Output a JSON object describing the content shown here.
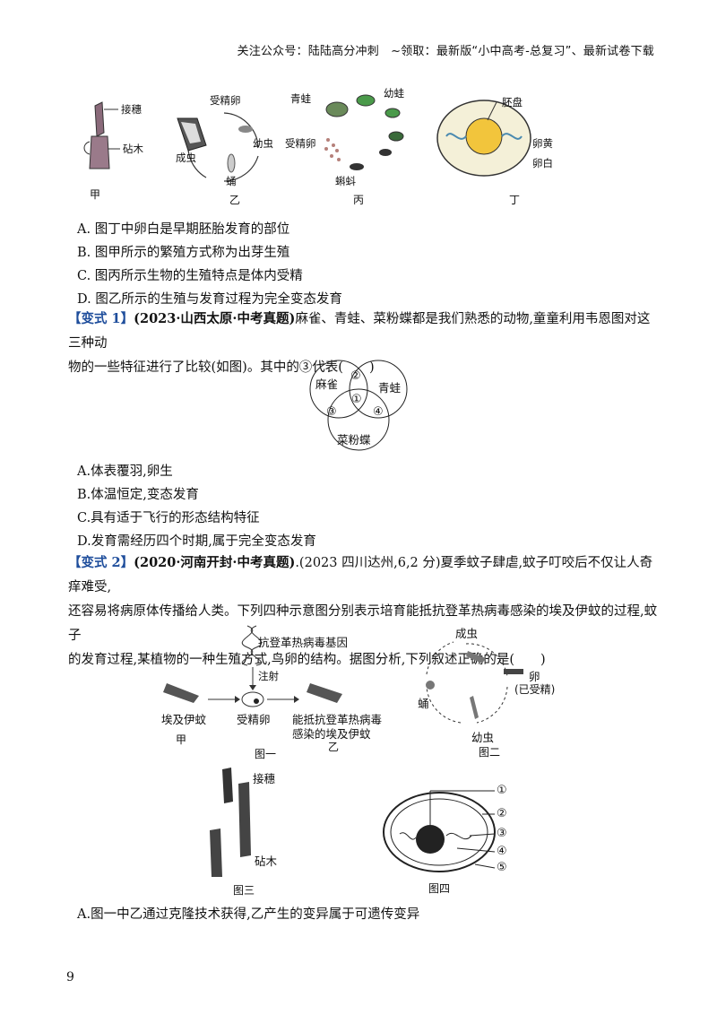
{
  "header": {
    "text": "关注公众号：陆陆高分冲刺　~领取：最新版“小中高考-总复习”、最新试卷下载"
  },
  "figure1": {
    "jia": {
      "label_scion": "接穗",
      "label_stock": "砧木",
      "caption": "甲"
    },
    "yi": {
      "label_egg": "受精卵",
      "label_larva": "幼虫",
      "label_adult": "成虫",
      "label_pupa": "蛹",
      "caption": "乙"
    },
    "bing": {
      "label_frog": "青蛙",
      "label_young": "幼蛙",
      "label_egg": "受精卵",
      "label_tadpole": "蝌蚪",
      "caption": "丙"
    },
    "ding": {
      "label_disc": "胚盘",
      "label_yolk": "卵黄",
      "label_white": "卵白",
      "caption": "丁"
    }
  },
  "q1_options": [
    "A. 图丁中卵白是早期胚胎发育的部位",
    "B. 图甲所示的繁殖方式称为出芽生殖",
    "C. 图丙所示生物的生殖特点是体内受精",
    "D. 图乙所示的生殖与发育过程为完全变态发育"
  ],
  "variant1": {
    "tag": "【变式 1】",
    "source": "(2023·山西太原·中考真题)",
    "stem_line1": "麻雀、青蛙、菜粉蝶都是我们熟悉的动物,童童利用韦恩图对这三种动",
    "stem_line2": "物的一些特征进行了比较(如图)。其中的③代表(　　)",
    "venn": {
      "sparrow": "麻雀",
      "frog": "青蛙",
      "butterfly": "菜粉蝶",
      "n1": "①",
      "n2": "②",
      "n3": "③",
      "n4": "④"
    },
    "options": [
      "A.体表覆羽,卵生",
      "B.体温恒定,变态发育",
      "C.具有适于飞行的形态结构特征",
      "D.发育需经历四个时期,属于完全变态发育"
    ]
  },
  "variant2": {
    "tag": "【变式 2】",
    "source": "(2020·河南开封·中考真题)",
    "stem_line1": ".(2023 四川达州,6,2 分)夏季蚊子肆虐,蚊子叮咬后不仅让人奇痒难受,",
    "stem_line2": "还容易将病原体传播给人类。下列四种示意图分别表示培育能抵抗登革热病毒感染的埃及伊蚊的过程,蚊子",
    "stem_line3": "的发育过程,某植物的一种生殖方式,鸟卵的结构。据图分析,下列叙述正确的是(　　)",
    "fig1": {
      "gene": "抗登革热病毒基因",
      "inject": "注射",
      "aedes": "埃及伊蚊",
      "egg": "受精卵",
      "result_line1": "能抵抗登革热病毒",
      "result_line2": "感染的埃及伊蚊",
      "jia": "甲",
      "yi": "乙",
      "caption": "图一"
    },
    "fig2": {
      "adult": "成虫",
      "egg": "卵",
      "egg_note": "(已受精)",
      "pupa": "蛹",
      "larva": "幼虫",
      "caption": "图二"
    },
    "fig3": {
      "scion": "接穗",
      "stock": "砧木",
      "caption": "图三"
    },
    "fig4": {
      "n1": "①",
      "n2": "②",
      "n3": "③",
      "n4": "④",
      "n5": "⑤",
      "caption": "图四"
    },
    "option_a": "A.图一中乙通过克隆技术获得,乙产生的变异属于可遗传变异"
  },
  "page_number": "9"
}
